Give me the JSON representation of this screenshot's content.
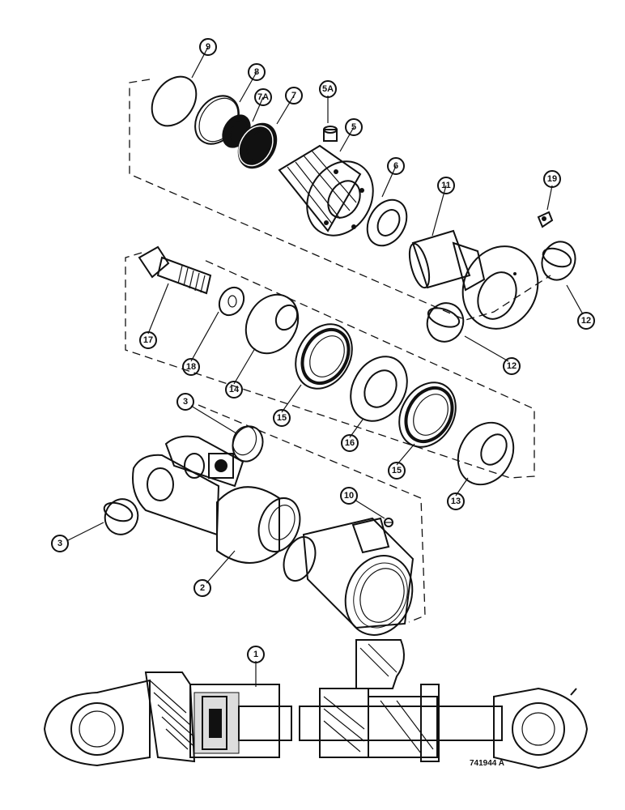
{
  "callouts": {
    "c9": "9",
    "c8": "8",
    "c7a": "7A",
    "c7": "7",
    "c5a": "5A",
    "c5": "5",
    "c6": "6",
    "c11": "11",
    "c19": "19",
    "c12a": "12",
    "c12b": "12",
    "c17": "17",
    "c18": "18",
    "c14": "14",
    "c15a": "15",
    "c16": "16",
    "c15b": "15",
    "c13": "13",
    "c3a": "3",
    "c3b": "3",
    "c10": "10",
    "c2": "2",
    "c1": "1"
  },
  "reference_number": "741944 A"
}
